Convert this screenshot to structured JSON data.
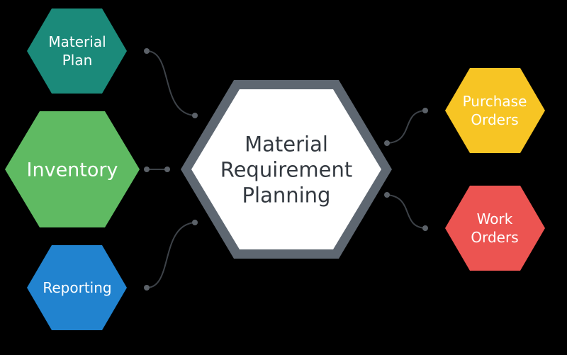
{
  "center": {
    "lines": [
      "Material",
      "Requirement",
      "Planning"
    ],
    "fill": "#ffffff",
    "border": "#5e6771"
  },
  "nodes": {
    "material_plan": {
      "lines": [
        "Material",
        "Plan"
      ],
      "color": "#1b8a7a"
    },
    "inventory": {
      "lines": [
        "Inventory"
      ],
      "color": "#5fba62"
    },
    "reporting": {
      "lines": [
        "Reporting"
      ],
      "color": "#2183cf"
    },
    "purchase_orders": {
      "lines": [
        "Purchase",
        "Orders"
      ],
      "color": "#f7c524"
    },
    "work_orders": {
      "lines": [
        "Work",
        "Orders"
      ],
      "color": "#ec5451"
    }
  }
}
